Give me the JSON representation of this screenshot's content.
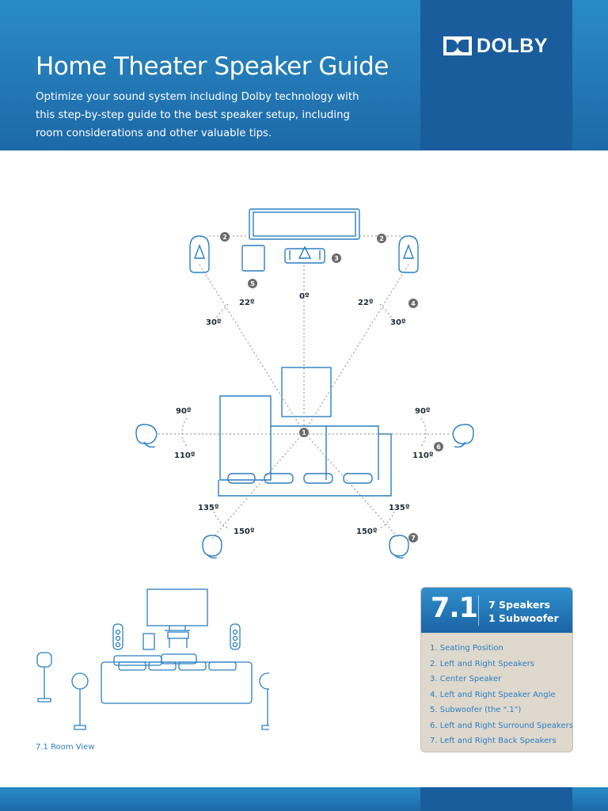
{
  "brand": {
    "name": "DOLBY"
  },
  "header": {
    "title": "Home Theater Speaker Guide",
    "subtitle": "Optimize your sound system including Dolby technology with this step-by-step guide to the best speaker setup, including room considerations and other valuable tips."
  },
  "diagram": {
    "angles": {
      "center": "0º",
      "front_left_inner": "22º",
      "front_right_inner": "22º",
      "front_left_outer": "30º",
      "front_right_outer": "30º",
      "side_left_a": "90º",
      "side_right_a": "90º",
      "side_left_b": "110º",
      "side_right_b": "110º",
      "back_left_a": "135º",
      "back_right_a": "135º",
      "back_left_b": "150º",
      "back_right_b": "150º"
    },
    "markers": {
      "seating": "1",
      "front_left": "2",
      "front_right": "2",
      "center": "3",
      "angle": "4",
      "subwoofer": "5",
      "surround": "6",
      "back": "7"
    }
  },
  "room_view": {
    "caption": "7.1 Room View"
  },
  "legend": {
    "config": "7.1",
    "speakers": "7 Speakers",
    "subwoofer": "1 Subwoofer",
    "items": [
      "1.  Seating Position",
      "2.  Left and Right Speakers",
      "3.  Center Speaker",
      "4.  Left and Right Speaker Angle",
      "5.  Subwoofer (the \".1\")",
      "6.  Left and Right Surround Speakers",
      "7.  Left and Right Back Speakers"
    ]
  },
  "colors": {
    "header_blue": "#1d69a8",
    "panel_blue": "#1a5d9c",
    "line_blue": "#2a7fc1",
    "marker_gray": "#6b6b6b",
    "legend_bg": "#dfd8cd"
  }
}
